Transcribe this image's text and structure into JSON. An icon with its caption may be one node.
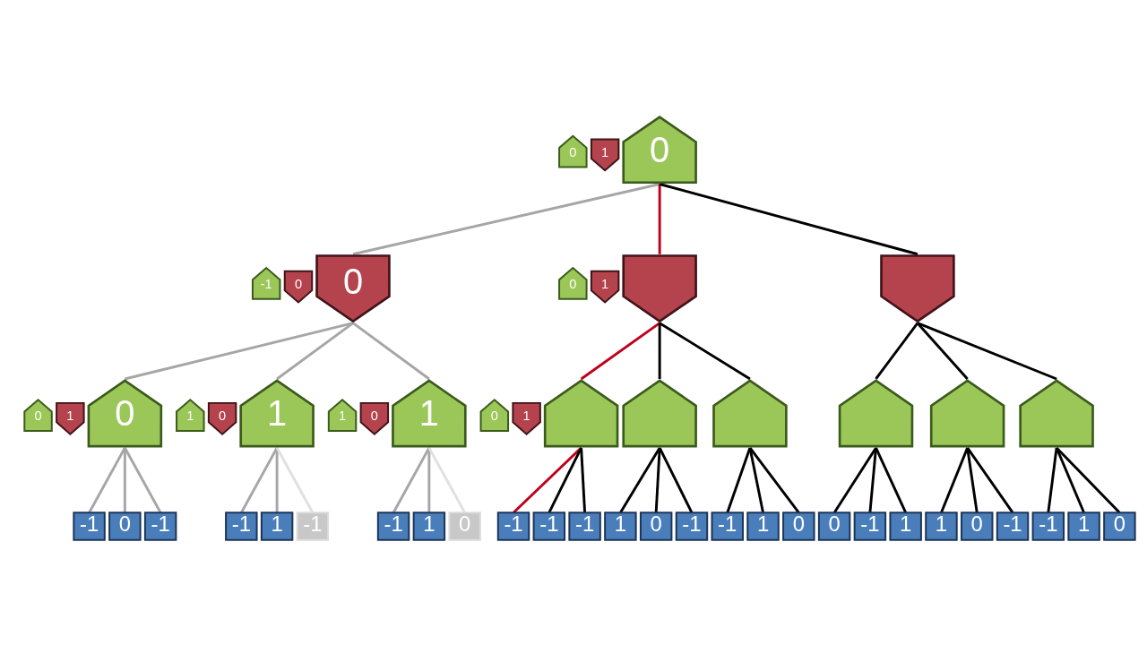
{
  "diagram": {
    "nodes": [
      {
        "text": [
          "0"
        ]
      },
      {
        "text": [
          "1"
        ]
      },
      {
        "text": [
          "0"
        ]
      },
      {
        "text": [
          "-1"
        ]
      },
      {
        "text": [
          "0"
        ]
      },
      {
        "text": [
          "0"
        ]
      },
      {
        "text": [
          "0"
        ]
      },
      {
        "text": [
          "1"
        ]
      },
      {
        "text": [],
        "shape": "arrow"
      },
      {
        "text": [],
        "shape": "arrow"
      },
      {
        "text": [
          "0"
        ]
      },
      {
        "text": [
          "1"
        ]
      },
      {
        "text": [
          "0"
        ]
      },
      {
        "text": [
          "1"
        ]
      },
      {
        "text": [
          "0"
        ]
      },
      {
        "text": [
          "1"
        ]
      },
      {
        "text": [
          "1"
        ]
      },
      {
        "text": [
          "0"
        ]
      },
      {
        "text": [
          "1"
        ]
      },
      {
        "text": [
          "0"
        ]
      },
      {
        "text": [
          "1"
        ]
      },
      {
        "text": [],
        "shape": "arrow"
      },
      {
        "text": [],
        "shape": "arrow"
      },
      {
        "text": [],
        "shape": "arrow"
      },
      {
        "text": [],
        "shape": "arrow"
      },
      {
        "text": [],
        "shape": "arrow"
      },
      {
        "text": [],
        "shape": "arrow"
      },
      {
        "text": [
          "-1"
        ]
      },
      {
        "text": [
          "0"
        ]
      },
      {
        "text": [
          "-1"
        ]
      },
      {
        "text": [
          "-1"
        ]
      },
      {
        "text": [
          "1"
        ]
      },
      {
        "text": [
          "-1"
        ]
      },
      {
        "text": [
          "-1"
        ]
      },
      {
        "text": [
          "1"
        ]
      },
      {
        "text": [
          "0"
        ]
      },
      {
        "text": [
          "-1"
        ]
      },
      {
        "text": [
          "-1"
        ]
      },
      {
        "text": [
          "-1"
        ]
      },
      {
        "text": [
          "1"
        ]
      },
      {
        "text": [
          "0"
        ]
      },
      {
        "text": [
          "-1"
        ]
      },
      {
        "text": [
          "-1"
        ]
      },
      {
        "text": [
          "1"
        ]
      },
      {
        "text": [
          "0"
        ]
      },
      {
        "text": [
          "0"
        ]
      },
      {
        "text": [
          "-1"
        ]
      },
      {
        "text": [
          "1"
        ]
      },
      {
        "text": [
          "1"
        ]
      },
      {
        "text": [
          "0"
        ]
      },
      {
        "text": [
          "-1"
        ]
      },
      {
        "text": [
          "-1"
        ]
      },
      {
        "text": [
          "1"
        ]
      },
      {
        "text": [
          "0"
        ]
      }
    ],
    "edges": [
      {
        "from": 2,
        "to": 5,
        "arrow": "none",
        "color": "#a6a6a6"
      },
      {
        "from": 2,
        "to": 8,
        "arrow": "none",
        "color": "#c0001a"
      },
      {
        "from": 2,
        "to": 9,
        "arrow": "none"
      },
      {
        "from": 5,
        "to": 12,
        "arrow": "none",
        "color": "#a6a6a6"
      },
      {
        "from": 5,
        "to": 15,
        "arrow": "none",
        "color": "#a6a6a6"
      },
      {
        "from": 5,
        "to": 18,
        "arrow": "none",
        "color": "#a6a6a6"
      },
      {
        "from": 8,
        "to": 21,
        "arrow": "none",
        "color": "#c0001a"
      },
      {
        "from": 8,
        "to": 22,
        "arrow": "none"
      },
      {
        "from": 8,
        "to": 23,
        "arrow": "none"
      },
      {
        "from": 9,
        "to": 24,
        "arrow": "none"
      },
      {
        "from": 9,
        "to": 25,
        "arrow": "none"
      },
      {
        "from": 9,
        "to": 26,
        "arrow": "none"
      },
      {
        "from": 12,
        "to": 27,
        "arrow": "none",
        "color": "#a6a6a6"
      },
      {
        "from": 12,
        "to": 28,
        "arrow": "none",
        "color": "#a6a6a6"
      },
      {
        "from": 12,
        "to": 29,
        "arrow": "none",
        "color": "#a6a6a6"
      },
      {
        "from": 15,
        "to": 30,
        "arrow": "none",
        "color": "#a6a6a6"
      },
      {
        "from": 15,
        "to": 31,
        "arrow": "none",
        "color": "#a6a6a6"
      },
      {
        "from": 15,
        "to": 32,
        "arrow": "none",
        "color": "#e0e0e0"
      },
      {
        "from": 18,
        "to": 33,
        "arrow": "none",
        "color": "#a6a6a6"
      },
      {
        "from": 18,
        "to": 34,
        "arrow": "none",
        "color": "#a6a6a6"
      },
      {
        "from": 18,
        "to": 35,
        "arrow": "none",
        "color": "#e0e0e0"
      },
      {
        "from": 21,
        "to": 36,
        "arrow": "none",
        "color": "#c0001a"
      },
      {
        "from": 21,
        "to": 37,
        "arrow": "none"
      },
      {
        "from": 21,
        "to": 38,
        "arrow": "none"
      },
      {
        "from": 22,
        "to": 39,
        "arrow": "none"
      },
      {
        "from": 22,
        "to": 40,
        "arrow": "none"
      },
      {
        "from": 22,
        "to": 41,
        "arrow": "none"
      },
      {
        "from": 23,
        "to": 42,
        "arrow": "none"
      },
      {
        "from": 23,
        "to": 43,
        "arrow": "none"
      },
      {
        "from": 23,
        "to": 44,
        "arrow": "none"
      },
      {
        "from": 24,
        "to": 45,
        "arrow": "none"
      },
      {
        "from": 24,
        "to": 46,
        "arrow": "none"
      },
      {
        "from": 24,
        "to": 47,
        "arrow": "none"
      },
      {
        "from": 25,
        "to": 48,
        "arrow": "none"
      },
      {
        "from": 25,
        "to": 49,
        "arrow": "none"
      },
      {
        "from": 25,
        "to": 50,
        "arrow": "none"
      },
      {
        "from": 26,
        "to": 51,
        "arrow": "none"
      },
      {
        "from": 26,
        "to": 52,
        "arrow": "none"
      },
      {
        "from": 26,
        "to": 53,
        "arrow": "none"
      }
    ]
  }
}
